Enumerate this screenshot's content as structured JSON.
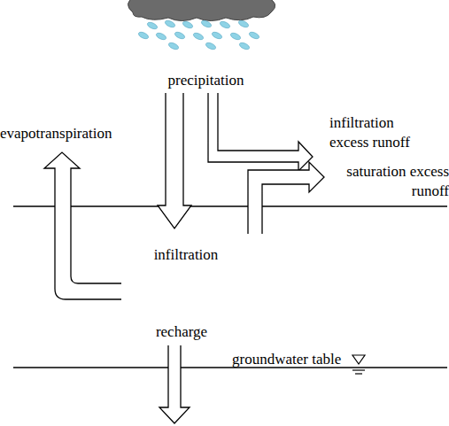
{
  "diagram": {
    "labels": [
      "precipitation",
      "infiltration excess runoff",
      "saturation excess runoff",
      "evapotranspiration",
      "infiltration",
      "recharge",
      "groundwater table"
    ]
  }
}
